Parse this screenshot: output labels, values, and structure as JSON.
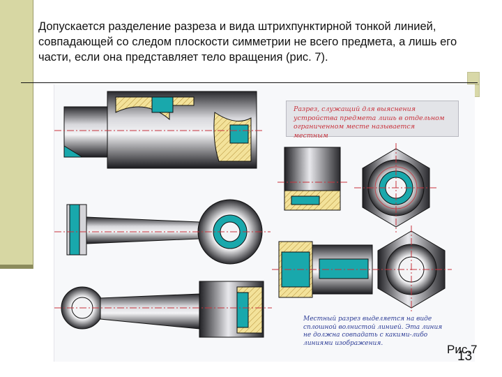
{
  "slide": {
    "heading": "Допускается разделение разреза и вида штрихпунктирной тонкой линией, совпадающей со следом плоскости симметрии не всего предмета, а лишь его части, если она представляет тело вращения (рис. 7).",
    "figure_label": "Рис.7",
    "page_number": "13"
  },
  "figure": {
    "caption_top": "Разрез, служащий для выяснения устройства предмета лишь в отдельном ограниченном месте называется местным",
    "caption_bottom": "Местный разрез выделяется на виде сплошной волнистой линией. Эта линия не должна совпадать с какими-либо линиями изображения."
  },
  "colors": {
    "accent_bar": "#d7d7a3",
    "section_teal": "#19a8ac",
    "hatch_yellow": "#f3e29a",
    "caption_red": "#c8323c",
    "caption_blue": "#2c3c96"
  }
}
